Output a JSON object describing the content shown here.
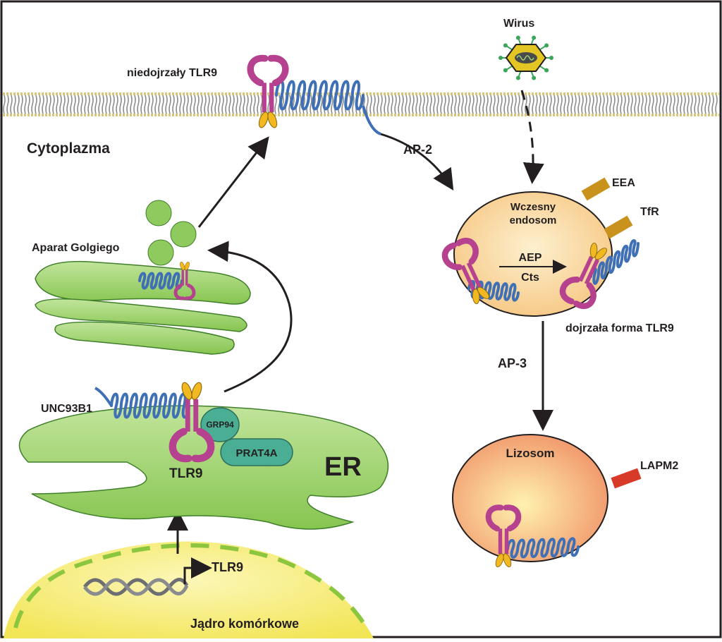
{
  "labels": {
    "immature_tlr9": "niedojrzały TLR9",
    "virus": "Wirus",
    "cytoplasm": "Cytoplazma",
    "ap2": "AP-2",
    "eea": "EEA",
    "tfr": "TfR",
    "early_endosome_line1": "Wczesny",
    "early_endosome_line2": "endosom",
    "aep": "AEP",
    "cts": "Cts",
    "mature_tlr9": "dojrzała forma TLR9",
    "golgi": "Aparat Golgiego",
    "ap3": "AP-3",
    "unc93b1": "UNC93B1",
    "grp94": "GRP94",
    "prat4a": "PRAT4A",
    "tlr9_er": "TLR9",
    "er": "ER",
    "lysosome": "Lizosom",
    "lapm2": "LAPM2",
    "tlr9_gene": "TLR9",
    "nucleus": "Jądro komórkowe"
  },
  "colors": {
    "membrane": "#8c8c8c",
    "membrane_heads": "#d8c77a",
    "tlr9_magenta": "#b5418f",
    "tlr9_yellow": "#f2b81f",
    "unc93b1_blue": "#3f6fb5",
    "green_organelle": "#9dd06a",
    "teal_chaperone": "#4aae95",
    "endosome_fill": "#f8cf93",
    "lysosome_fill": "#f4a87c",
    "nucleus_yellow": "#f6ee7a",
    "eea_bar": "#c9921c",
    "lapm2_bar": "#d83a2a",
    "virus_ring": "#e3c624",
    "virus_spikes": "#3aa65a"
  }
}
